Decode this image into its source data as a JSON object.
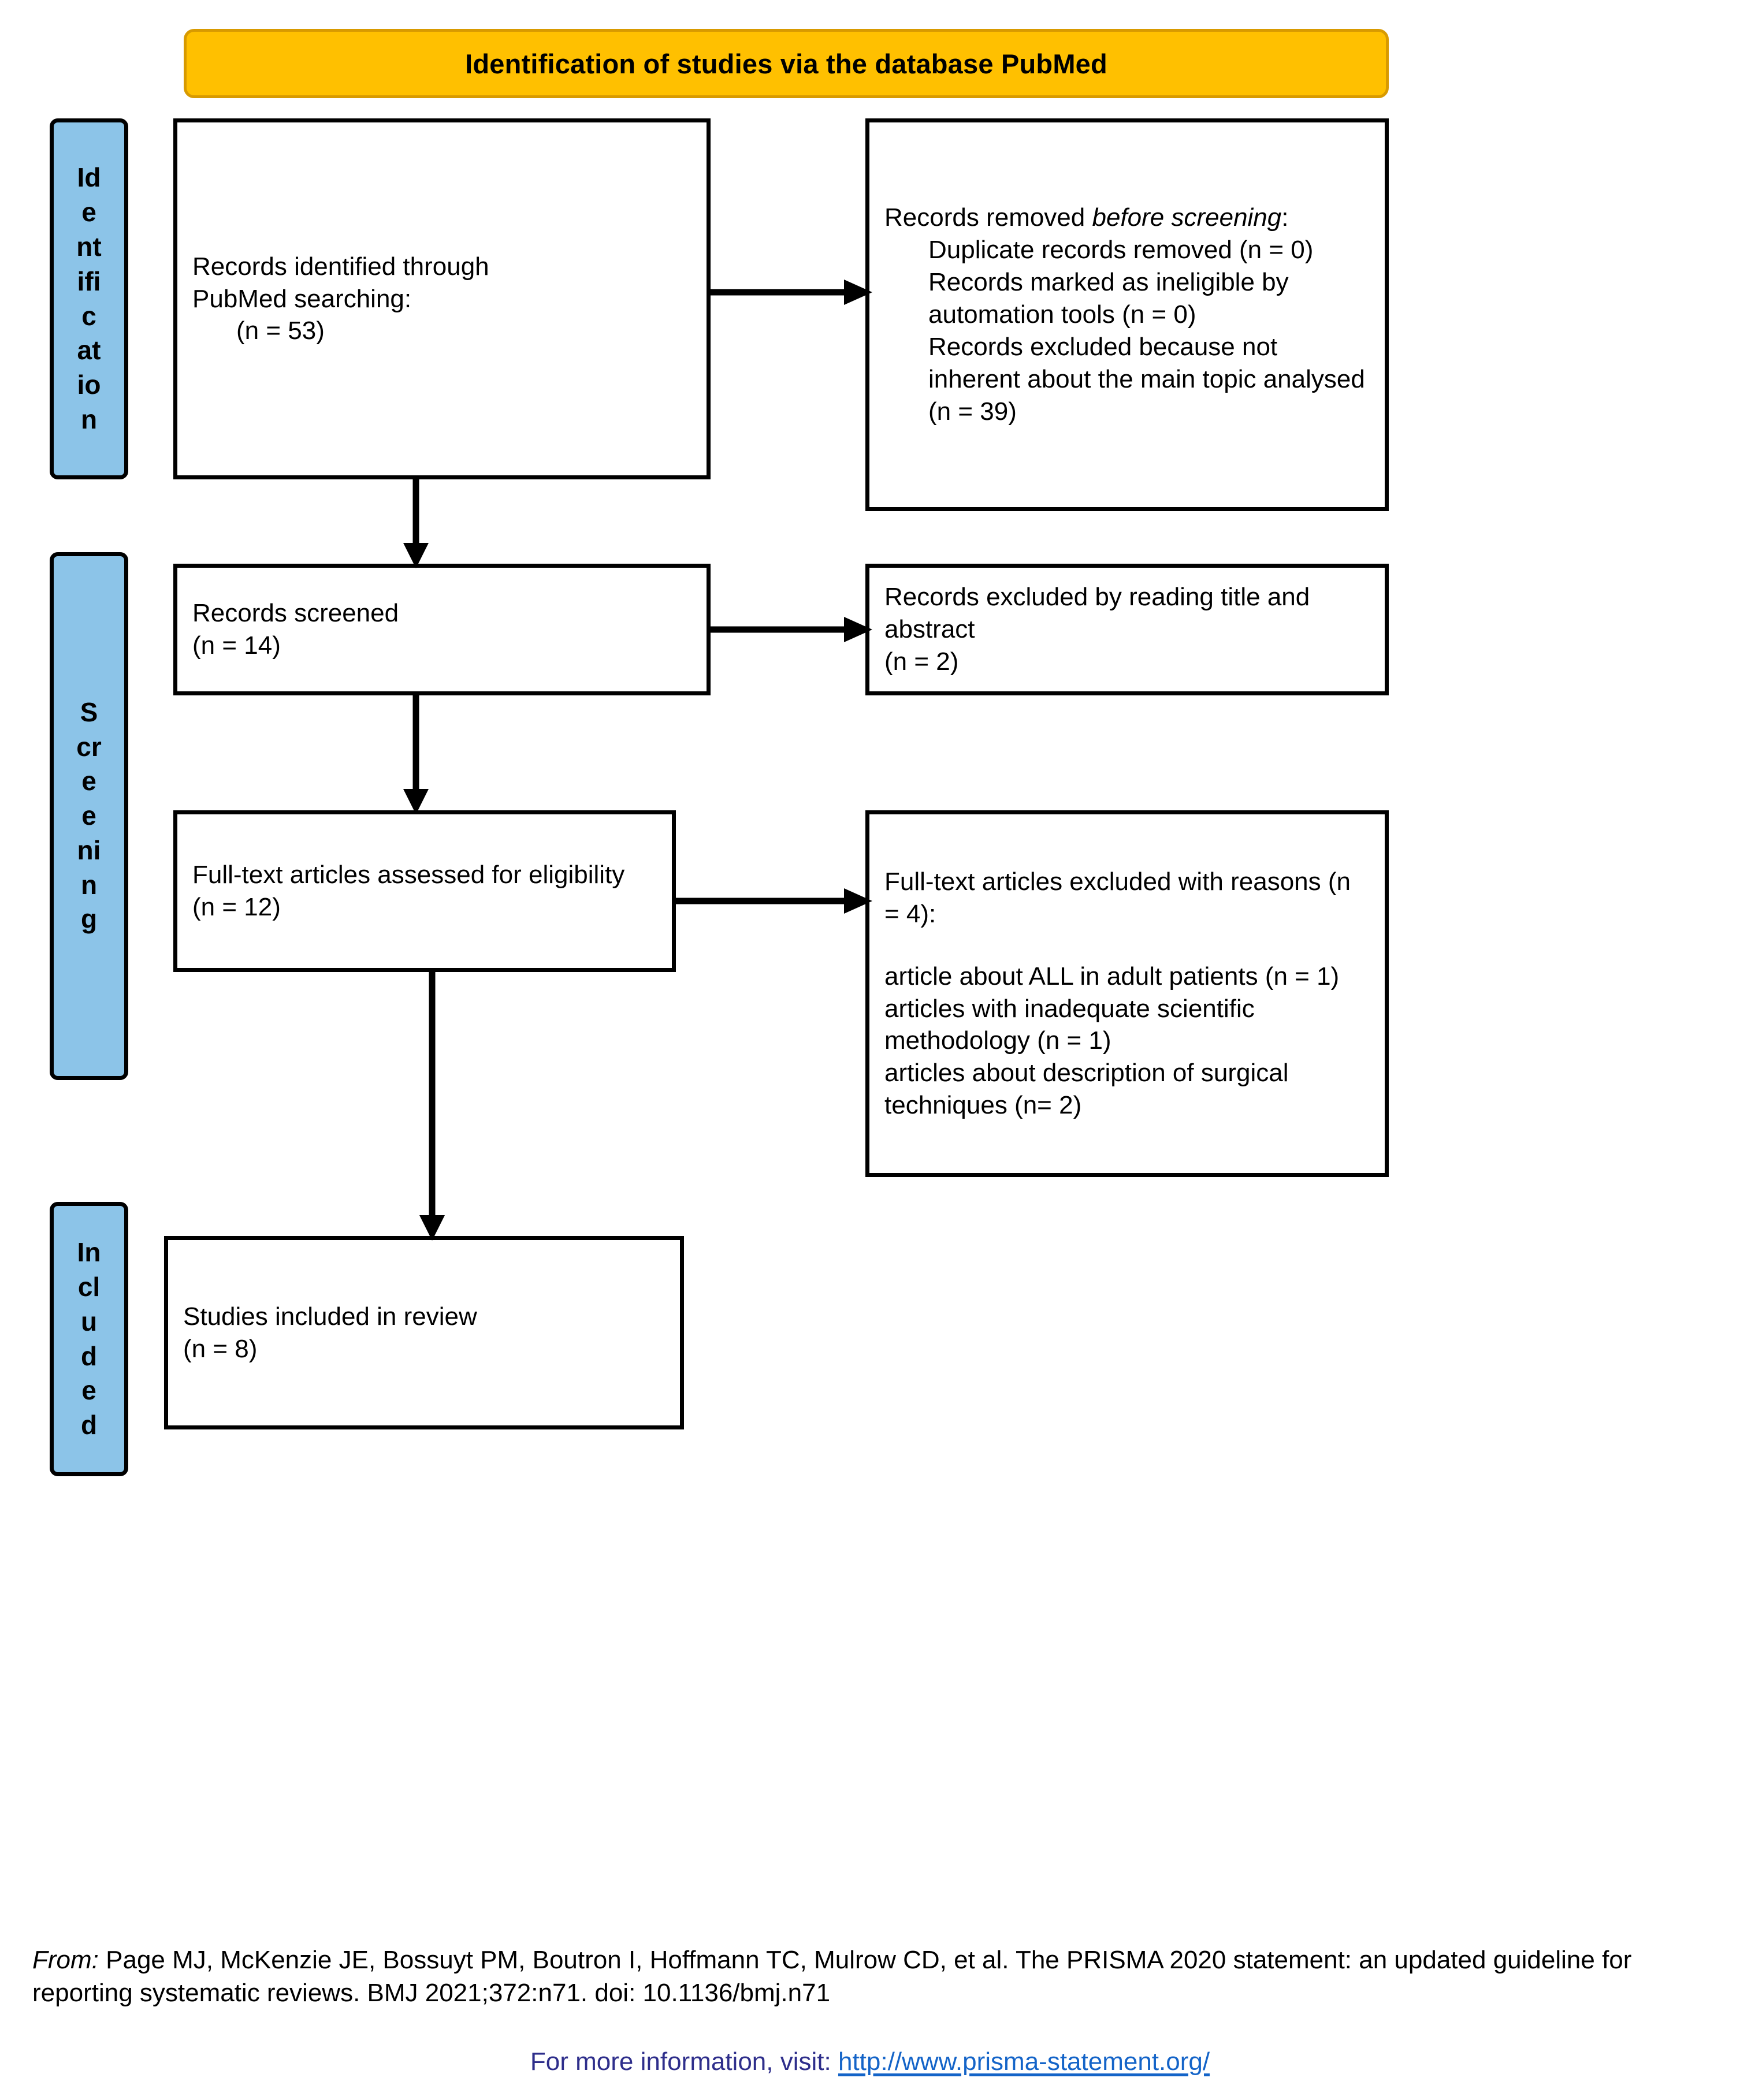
{
  "banner": {
    "title": "Identification of studies via the database PubMed",
    "fill_color": "#FFC000",
    "border_color": "#D89A00"
  },
  "stages": {
    "identification": {
      "label": "Identification",
      "fill_color": "#8CC4E8"
    },
    "screening": {
      "label": "Screening",
      "fill_color": "#8CC4E8"
    },
    "included": {
      "label": "Included",
      "fill_color": "#8CC4E8"
    }
  },
  "boxes": {
    "identified": {
      "line1": "Records identified through",
      "line2": "PubMed searching:",
      "line3": "(n = 53)"
    },
    "removed_before_screening": {
      "heading_prefix": "Records removed ",
      "heading_italic": "before screening",
      "heading_suffix": ":",
      "item1": "Duplicate records removed (n = 0)",
      "item2": "Records marked as ineligible by automation tools (n = 0)",
      "item3": "Records excluded because not inherent about the main topic analysed (n = 39)"
    },
    "screened": {
      "line1": "Records screened",
      "line2": "(n = 14)"
    },
    "excluded_title_abstract": {
      "line1": "Records excluded by reading title and abstract",
      "line2": "(n = 2)"
    },
    "fulltext_assessed": {
      "line1": "Full-text articles assessed for eligibility",
      "line2": "(n = 12)"
    },
    "excluded_with_reasons": {
      "heading": "Full-text articles excluded with reasons (n = 4):",
      "reason1": "article about ALL in adult patients (n = 1)",
      "reason2": "articles with inadequate scientific methodology (n = 1)",
      "reason3": "articles about description of surgical techniques (n= 2)"
    },
    "included_studies": {
      "line1": "Studies included in review",
      "line2": "(n = 8)"
    }
  },
  "footer": {
    "from_label": "From:",
    "citation": "Page MJ, McKenzie JE, Bossuyt PM, Boutron I, Hoffmann TC, Mulrow CD, et al. The PRISMA 2020 statement: an updated guideline for reporting systematic reviews. BMJ 2021;372:n71. doi: 10.1136/bmj.n71",
    "visit_text": "For more information, visit:",
    "url": "http://www.prisma-statement.org/",
    "url_color": "#1464C8",
    "visit_color": "#2E2E8B"
  }
}
